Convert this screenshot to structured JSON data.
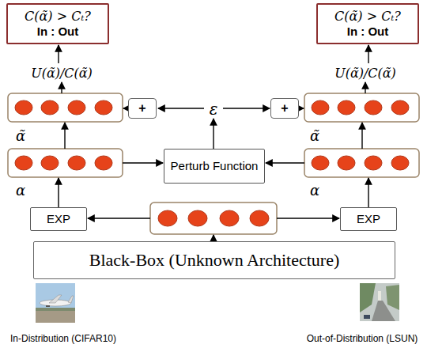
{
  "diagram": {
    "nodes": [
      {
        "text": [
          "C(α̃) > Cₜ?",
          "In : Out"
        ]
      },
      {
        "text": [
          "C(α̃) > Cₜ?",
          "In : Out"
        ]
      },
      {
        "text": [
          "+"
        ]
      },
      {
        "text": [
          "+"
        ]
      },
      {
        "text": [
          "Perturb Function"
        ]
      },
      {
        "text": [
          "EXP"
        ]
      },
      {
        "text": [
          "EXP"
        ]
      },
      {
        "text": [
          "Black-Box (Unknown Architecture)"
        ]
      }
    ],
    "labels": [
      "U(α̃)/C(α̃)",
      "U(α̃)/C(α̃)",
      "ε",
      "α̃",
      "α̃",
      "α",
      "α",
      "In-Distribution (CIFAR10)",
      "Out-of-Distribution (LSUN)"
    ]
  }
}
